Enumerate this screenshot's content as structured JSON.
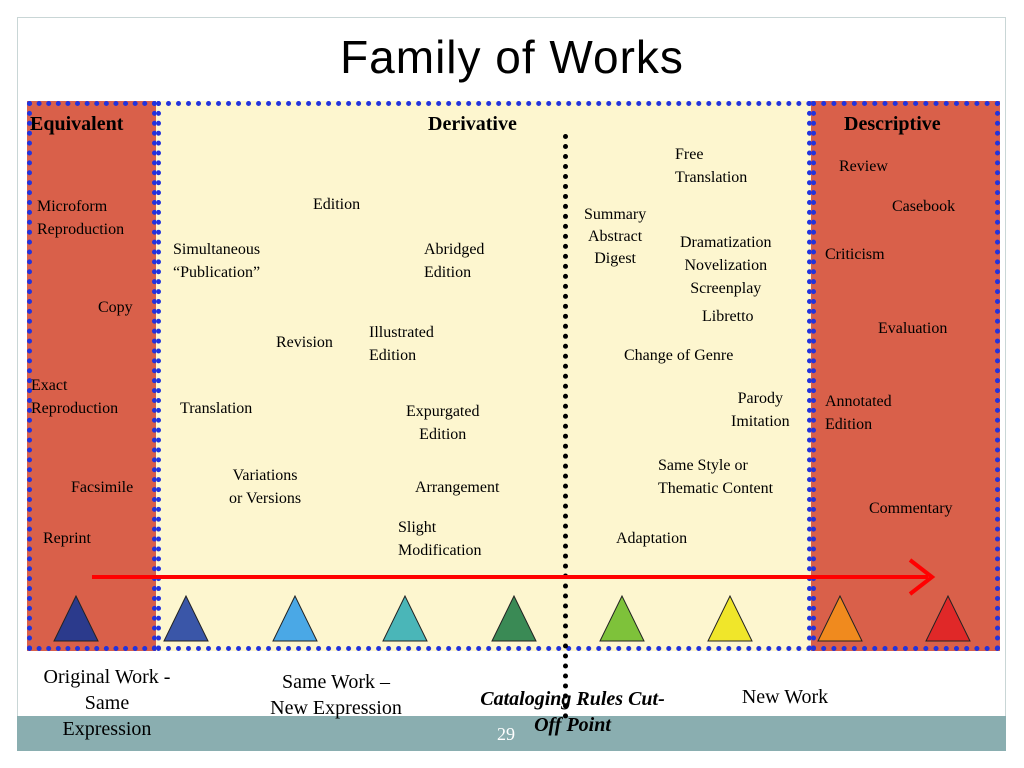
{
  "title": "Family of Works",
  "headers": {
    "equivalent": "Equivalent",
    "derivative": "Derivative",
    "descriptive": "Descriptive"
  },
  "equivalent_items": {
    "microform": "Microform\nReproduction",
    "copy": "Copy",
    "exact": "Exact\nReproduction",
    "facsimile": "Facsimile",
    "reprint": "Reprint"
  },
  "derivative_items": {
    "edition": "Edition",
    "simultaneous": "Simultaneous\n“Publication”",
    "abridged": "Abridged\nEdition",
    "revision": "Revision",
    "illustrated": "Illustrated\nEdition",
    "translation": "Translation",
    "expurgated": "Expurgated\nEdition",
    "variations": "Variations\nor Versions",
    "arrangement": "Arrangement",
    "slight": "Slight\nModification",
    "free_translation": "Free\nTranslation",
    "summary": "Summary\nAbstract\nDigest",
    "dramatization": "Dramatization\nNovelization\nScreenplay",
    "libretto": "Libretto",
    "change_genre": "Change of Genre",
    "parody": "Parody\nImitation",
    "same_style": "Same Style or\nThematic Content",
    "adaptation": "Adaptation"
  },
  "descriptive_items": {
    "review": "Review",
    "casebook": "Casebook",
    "criticism": "Criticism",
    "evaluation": "Evaluation",
    "annotated": "Annotated\nEdition",
    "commentary": "Commentary"
  },
  "bottom_labels": {
    "original": "Original Work -\nSame\nExpression",
    "same_work": "Same Work –\nNew Expression",
    "cutoff": "Cataloging Rules Cut-\nOff Point",
    "new_work": "New Work"
  },
  "page_number": "29",
  "colors": {
    "equivalent_panel": "#d9604a",
    "derivative_panel": "#fdf6cf",
    "panel_border": "#2233dd",
    "arrow": "#ff0000",
    "triangles": [
      "#2b3a8c",
      "#3a56a8",
      "#4aa8e6",
      "#4ab6b8",
      "#3a8a55",
      "#7ec23a",
      "#f0e62a",
      "#f08a1e",
      "#e02828"
    ]
  }
}
